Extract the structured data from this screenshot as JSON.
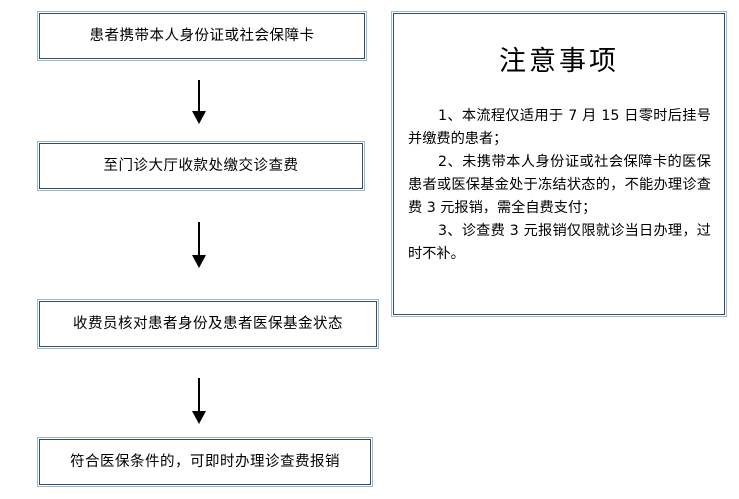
{
  "flowchart": {
    "steps": [
      {
        "id": "step-1",
        "label": "患者携带本人身份证或社会保障卡"
      },
      {
        "id": "step-2",
        "label": "至门诊大厅收款处缴交诊查费"
      },
      {
        "id": "step-3",
        "label": "收费员核对患者身份及患者医保基金状态"
      },
      {
        "id": "step-4",
        "label": "符合医保条件的，可即时办理诊查费报销"
      }
    ],
    "connectors": [
      {
        "id": "connector-1",
        "direction": "down"
      },
      {
        "id": "connector-2",
        "direction": "down"
      },
      {
        "id": "connector-3",
        "direction": "down"
      }
    ]
  },
  "notice": {
    "title": "注意事项",
    "items": [
      "1、本流程仅适用于 7 月 15 日零时后挂号并缴费的患者；",
      "2、未携带本人身份证或社会保障卡的医保患者或医保基金处于冻结状态的，不能办理诊查费 3 元报销，需全自费支付；",
      "3、诊查费 3 元报销仅限就诊当日办理，过时不补。"
    ]
  },
  "colors": {
    "box_border_inner": "#2e5070",
    "box_border_outer": "#9fb6cc",
    "text": "#000000",
    "background": "#ffffff",
    "arrow": "#000000"
  }
}
